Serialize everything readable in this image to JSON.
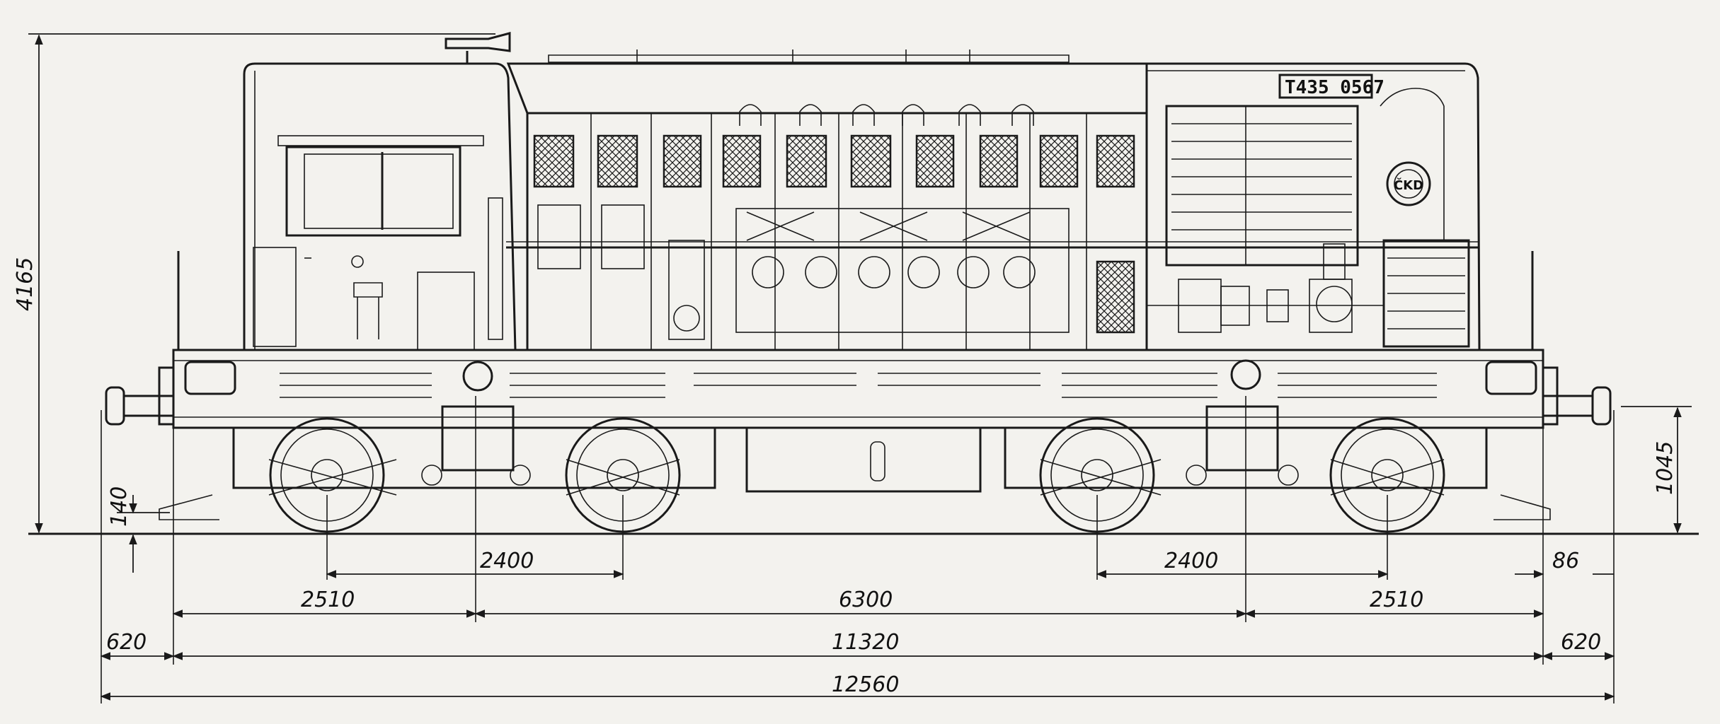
{
  "drawing": {
    "number_plate": "T435 0567",
    "emblem": "ČKD",
    "dimensions_mm": {
      "total_height": "4165",
      "buffer_height": "1045",
      "step_height": "140",
      "buffer_overhang": "86",
      "bogie_wheelbase_left": "2400",
      "bogie_wheelbase_right": "2400",
      "end_to_pivot_left": "2510",
      "pivot_distance": "6300",
      "end_to_pivot_right": "2510",
      "buffer_length_left": "620",
      "length_over_frame": "11320",
      "buffer_length_right": "620",
      "length_over_buffers": "12560"
    }
  }
}
